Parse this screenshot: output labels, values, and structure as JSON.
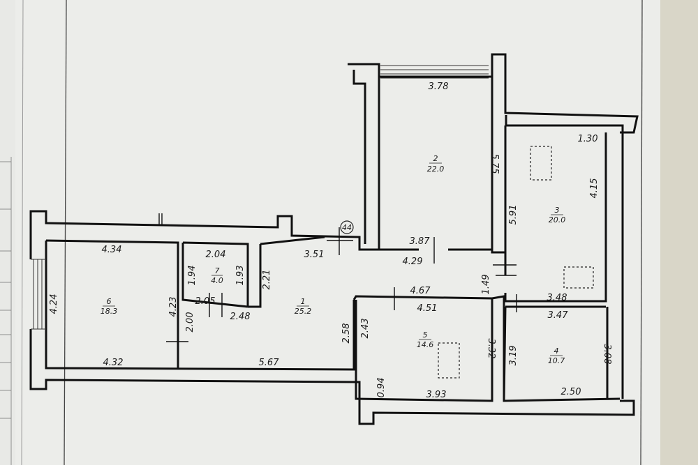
{
  "axis_marker": "44",
  "rooms": [
    {
      "id": "room-1",
      "number": "1",
      "area": "25.2"
    },
    {
      "id": "room-2",
      "number": "2",
      "area": "22.0"
    },
    {
      "id": "room-3",
      "number": "3",
      "area": "20.0"
    },
    {
      "id": "room-4",
      "number": "4",
      "area": "10.7"
    },
    {
      "id": "room-5",
      "number": "5",
      "area": "14.6"
    },
    {
      "id": "room-6",
      "number": "6",
      "area": "18.3"
    },
    {
      "id": "room-7",
      "number": "7",
      "area": "4.0"
    }
  ],
  "dimensions": {
    "d_3_78": "3.78",
    "d_5_75": "5.75",
    "d_1_30": "1.30",
    "d_4_15": "4.15",
    "d_5_91": "5.91",
    "d_4_34": "4.34",
    "d_2_04": "2.04",
    "d_3_51": "3.51",
    "d_3_87": "3.87",
    "d_4_29": "4.29",
    "d_1_94": "1.94",
    "d_1_93": "1.93",
    "d_2_21": "2.21",
    "d_1_49": "1.49",
    "d_4_67": "4.67",
    "d_4_51": "4.51",
    "d_3_48": "3.48",
    "d_3_47": "3.47",
    "d_4_24": "4.24",
    "d_4_23": "4.23",
    "d_2_05": "2.05",
    "d_2_48": "2.48",
    "d_2_00": "2.00",
    "d_2_58": "2.58",
    "d_2_43": "2.43",
    "d_3_32": "3.32",
    "d_3_19": "3.19",
    "d_3_08": "3.08",
    "d_4_32": "4.32",
    "d_5_67": "5.67",
    "d_0_94": "0.94",
    "d_3_93": "3.93",
    "d_2_50": "2.50"
  }
}
